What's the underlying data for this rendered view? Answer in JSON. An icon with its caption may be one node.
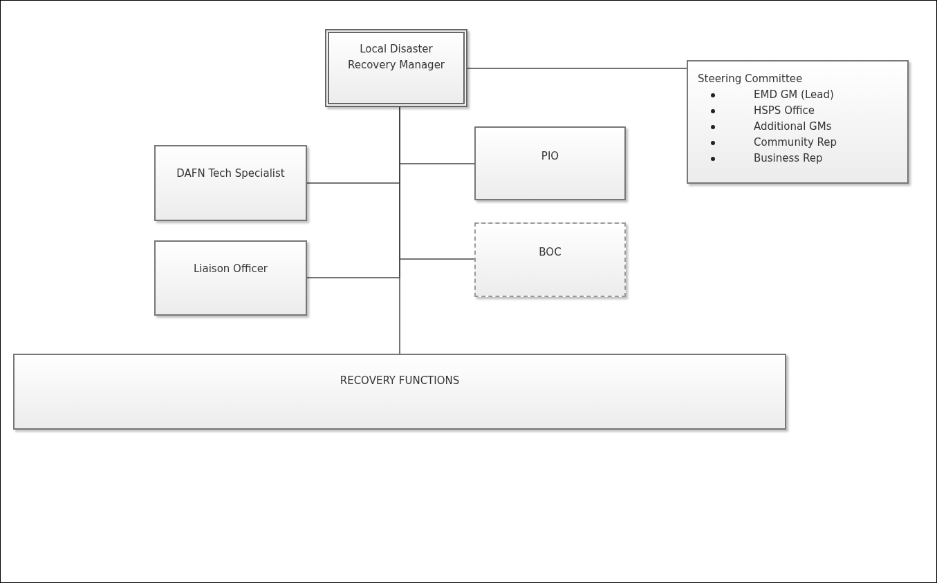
{
  "diagram": {
    "nodes": [
      {
        "text": [
          "Local Disaster Recovery Manager"
        ]
      },
      {
        "text": [
          "Steering Committee",
          "EMD GM (Lead)",
          "HSPS Office",
          "Additional GMs",
          "Community Rep",
          "Business Rep"
        ]
      },
      {
        "text": [
          "DAFN Tech Specialist"
        ]
      },
      {
        "text": [
          "PIO"
        ]
      },
      {
        "text": [
          "Liaison Officer"
        ]
      },
      {
        "text": [
          "BOC"
        ]
      },
      {
        "text": [
          "RECOVERY FUNCTIONS"
        ]
      }
    ],
    "edges": [
      {
        "from": 0,
        "to": 1,
        "arrow": "none"
      },
      {
        "from": 0,
        "to": 2,
        "arrow": "none"
      },
      {
        "from": 0,
        "to": 3,
        "arrow": "none"
      },
      {
        "from": 0,
        "to": 4,
        "arrow": "none"
      },
      {
        "from": 0,
        "to": 5,
        "arrow": "none"
      },
      {
        "from": 0,
        "to": 6,
        "arrow": "none"
      }
    ]
  }
}
